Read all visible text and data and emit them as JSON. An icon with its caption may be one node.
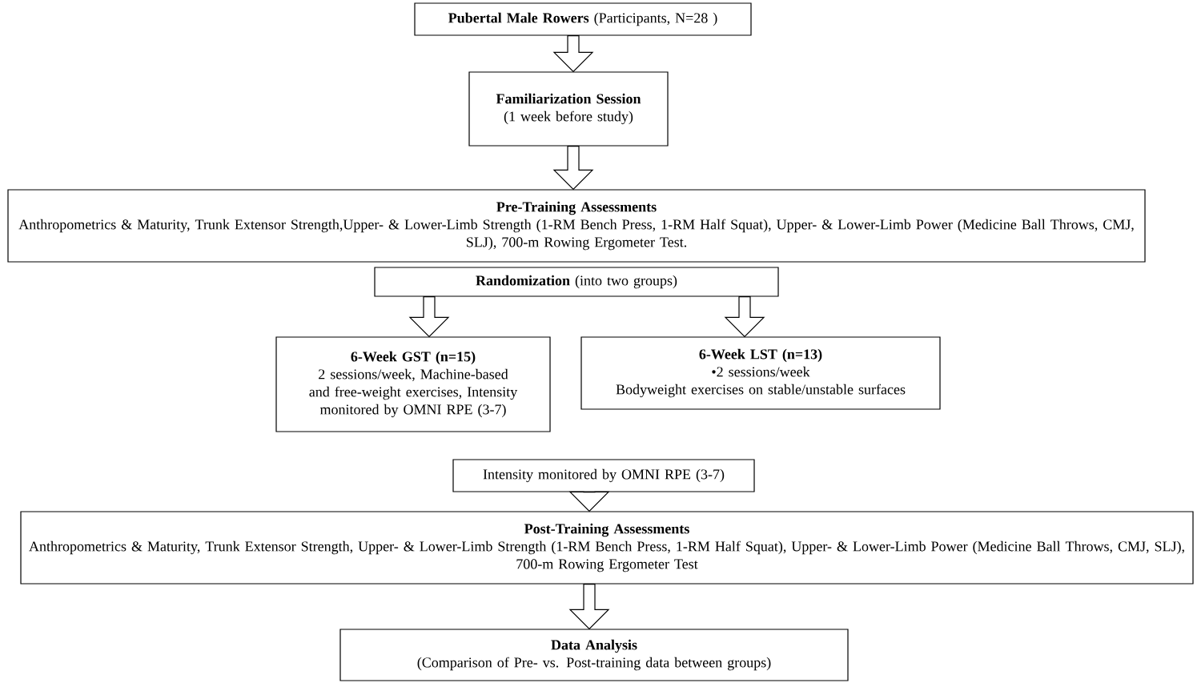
{
  "diagram": {
    "nodes": [
      {
        "text": [
          "**Pubertal Male Rowers** (Participants, N=28 )"
        ]
      },
      {
        "text": [
          "Familiarization Session",
          "(1 week before study)"
        ]
      },
      {
        "text": [
          "Pre-Training Assessments",
          "Anthropometrics & Maturity, Trunk Extensor Strength,Upper- & Lower-Limb Strength (1-RM Bench Press, 1-RM Half Squat), Upper- & Lower-Limb Power (Medicine Ball Throws, CMJ, SLJ), 700-m Rowing Ergometer Test."
        ]
      },
      {
        "text": [
          "**Randomization** (into two groups)"
        ]
      },
      {
        "text": [
          "6-Week GST (n=15)",
          "2 sessions/week, Machine-based and free-weight exercises, Intensity monitored by OMNI RPE (3-7)"
        ]
      },
      {
        "text": [
          "6-Week LST (n=13)",
          "•2 sessions/week",
          "Bodyweight exercises on stable/unstable surfaces"
        ]
      },
      {
        "text": [
          "Intensity monitored by OMNI RPE (3-7)"
        ]
      },
      {
        "text": [
          "Post-Training Assessments",
          "Anthropometrics & Maturity, Trunk Extensor Strength, Upper- & Lower-Limb Strength (1-RM Bench Press, 1-RM Half Squat), Upper- & Lower-Limb Power (Medicine Ball Throws, CMJ, SLJ), 700-m Rowing Ergometer Test"
        ]
      },
      {
        "text": [
          "Data Analysis",
          "(Comparison of Pre- vs. Post-training data between groups)"
        ]
      }
    ],
    "edges": [
      {
        "from": 0,
        "to": 1,
        "arrow": "to"
      },
      {
        "from": 1,
        "to": 2,
        "arrow": "to"
      },
      {
        "from": 3,
        "to": 4,
        "arrow": "to"
      },
      {
        "from": 3,
        "to": 5,
        "arrow": "to"
      },
      {
        "from": 6,
        "to": 7,
        "arrow": "to"
      },
      {
        "from": 7,
        "to": 8,
        "arrow": "to"
      }
    ]
  }
}
